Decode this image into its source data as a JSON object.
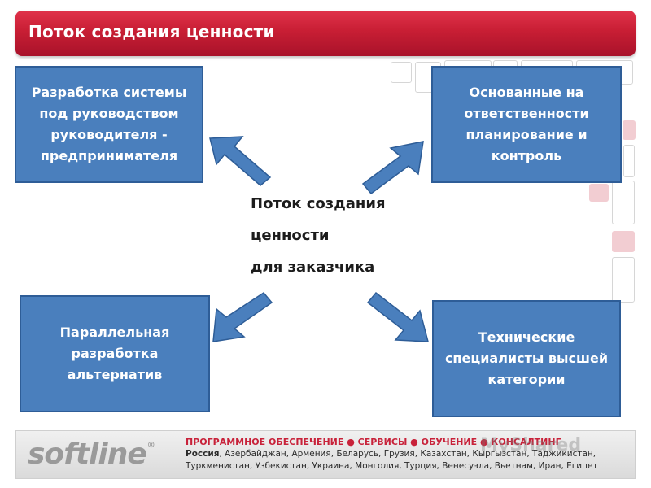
{
  "title": "Поток создания ценности",
  "center": {
    "line1": "Поток создания",
    "line2": "ценности",
    "line3": "для заказчика"
  },
  "boxes": {
    "top_left": {
      "line1": "Разработка системы",
      "line2": "под руководством",
      "line3": "руководителя -",
      "line4": "предпринимателя"
    },
    "top_right": {
      "line1": "Основанные на",
      "line2": "ответственности",
      "line3": "планирование и",
      "line4": "контроль"
    },
    "bottom_left": {
      "line1": "Параллельная",
      "line2": "разработка",
      "line3": "альтернатив"
    },
    "bottom_right": {
      "line1": "Технические",
      "line2": "специалисты высшей",
      "line3": "категории"
    }
  },
  "footer": {
    "logo": "softline",
    "logo_mark": "®",
    "services": "ПРОГРАММНОЕ ОБЕСПЕЧЕНИЕ ● СЕРВИСЫ ● ОБУЧЕНИЕ ● КОНСАЛТИНГ",
    "country_first": "Россия",
    "countries_line1": ", Азербайджан, Армения, Беларусь, Грузия, Казахстан, Кыргызстан, Таджикистан,",
    "countries_line2": "Туркменистан, Узбекистан, Украина, Монголия, Турция, Венесуэла, Вьетнам, Иран, Египет"
  },
  "watermark": "MyShared",
  "colors": {
    "title_red": "#c81e34",
    "box_blue": "#4a7fbd",
    "box_border": "#2e5d97",
    "arrow_blue": "#4a7fbd"
  }
}
